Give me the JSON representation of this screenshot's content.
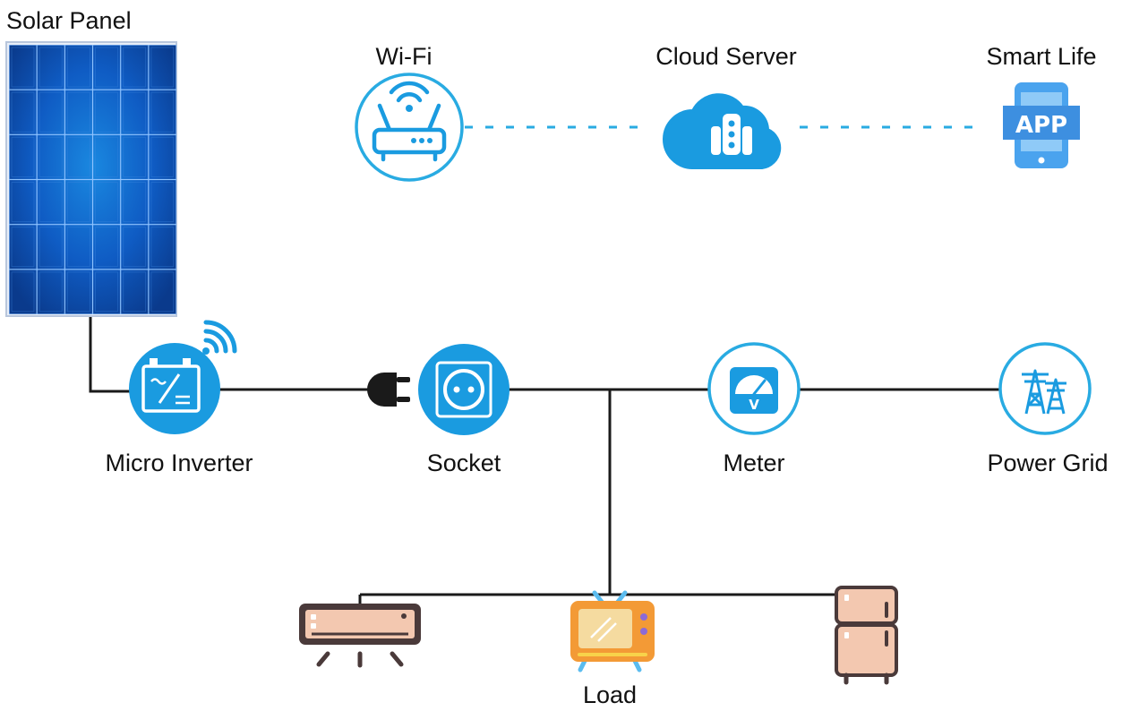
{
  "labels": {
    "solar_panel": "Solar Panel",
    "wifi": "Wi-Fi",
    "cloud_server": "Cloud Server",
    "smart_life": "Smart Life",
    "micro_inverter": "Micro Inverter",
    "socket": "Socket",
    "meter": "Meter",
    "power_grid": "Power Grid",
    "load": "Load"
  },
  "icons": {
    "app_text": "APP",
    "meter_unit": "V"
  },
  "colors": {
    "wire": "#1a1a1a",
    "blue_primary": "#1a9be0",
    "blue_light": "#41b7ec",
    "dash": "#29abe2",
    "panel_dark": "#0a3c8c",
    "appliance_body": "#f3c8b0",
    "appliance_outline": "#4a3a3a",
    "tv_orange": "#f39a36",
    "tv_screen": "#f5dba0"
  }
}
